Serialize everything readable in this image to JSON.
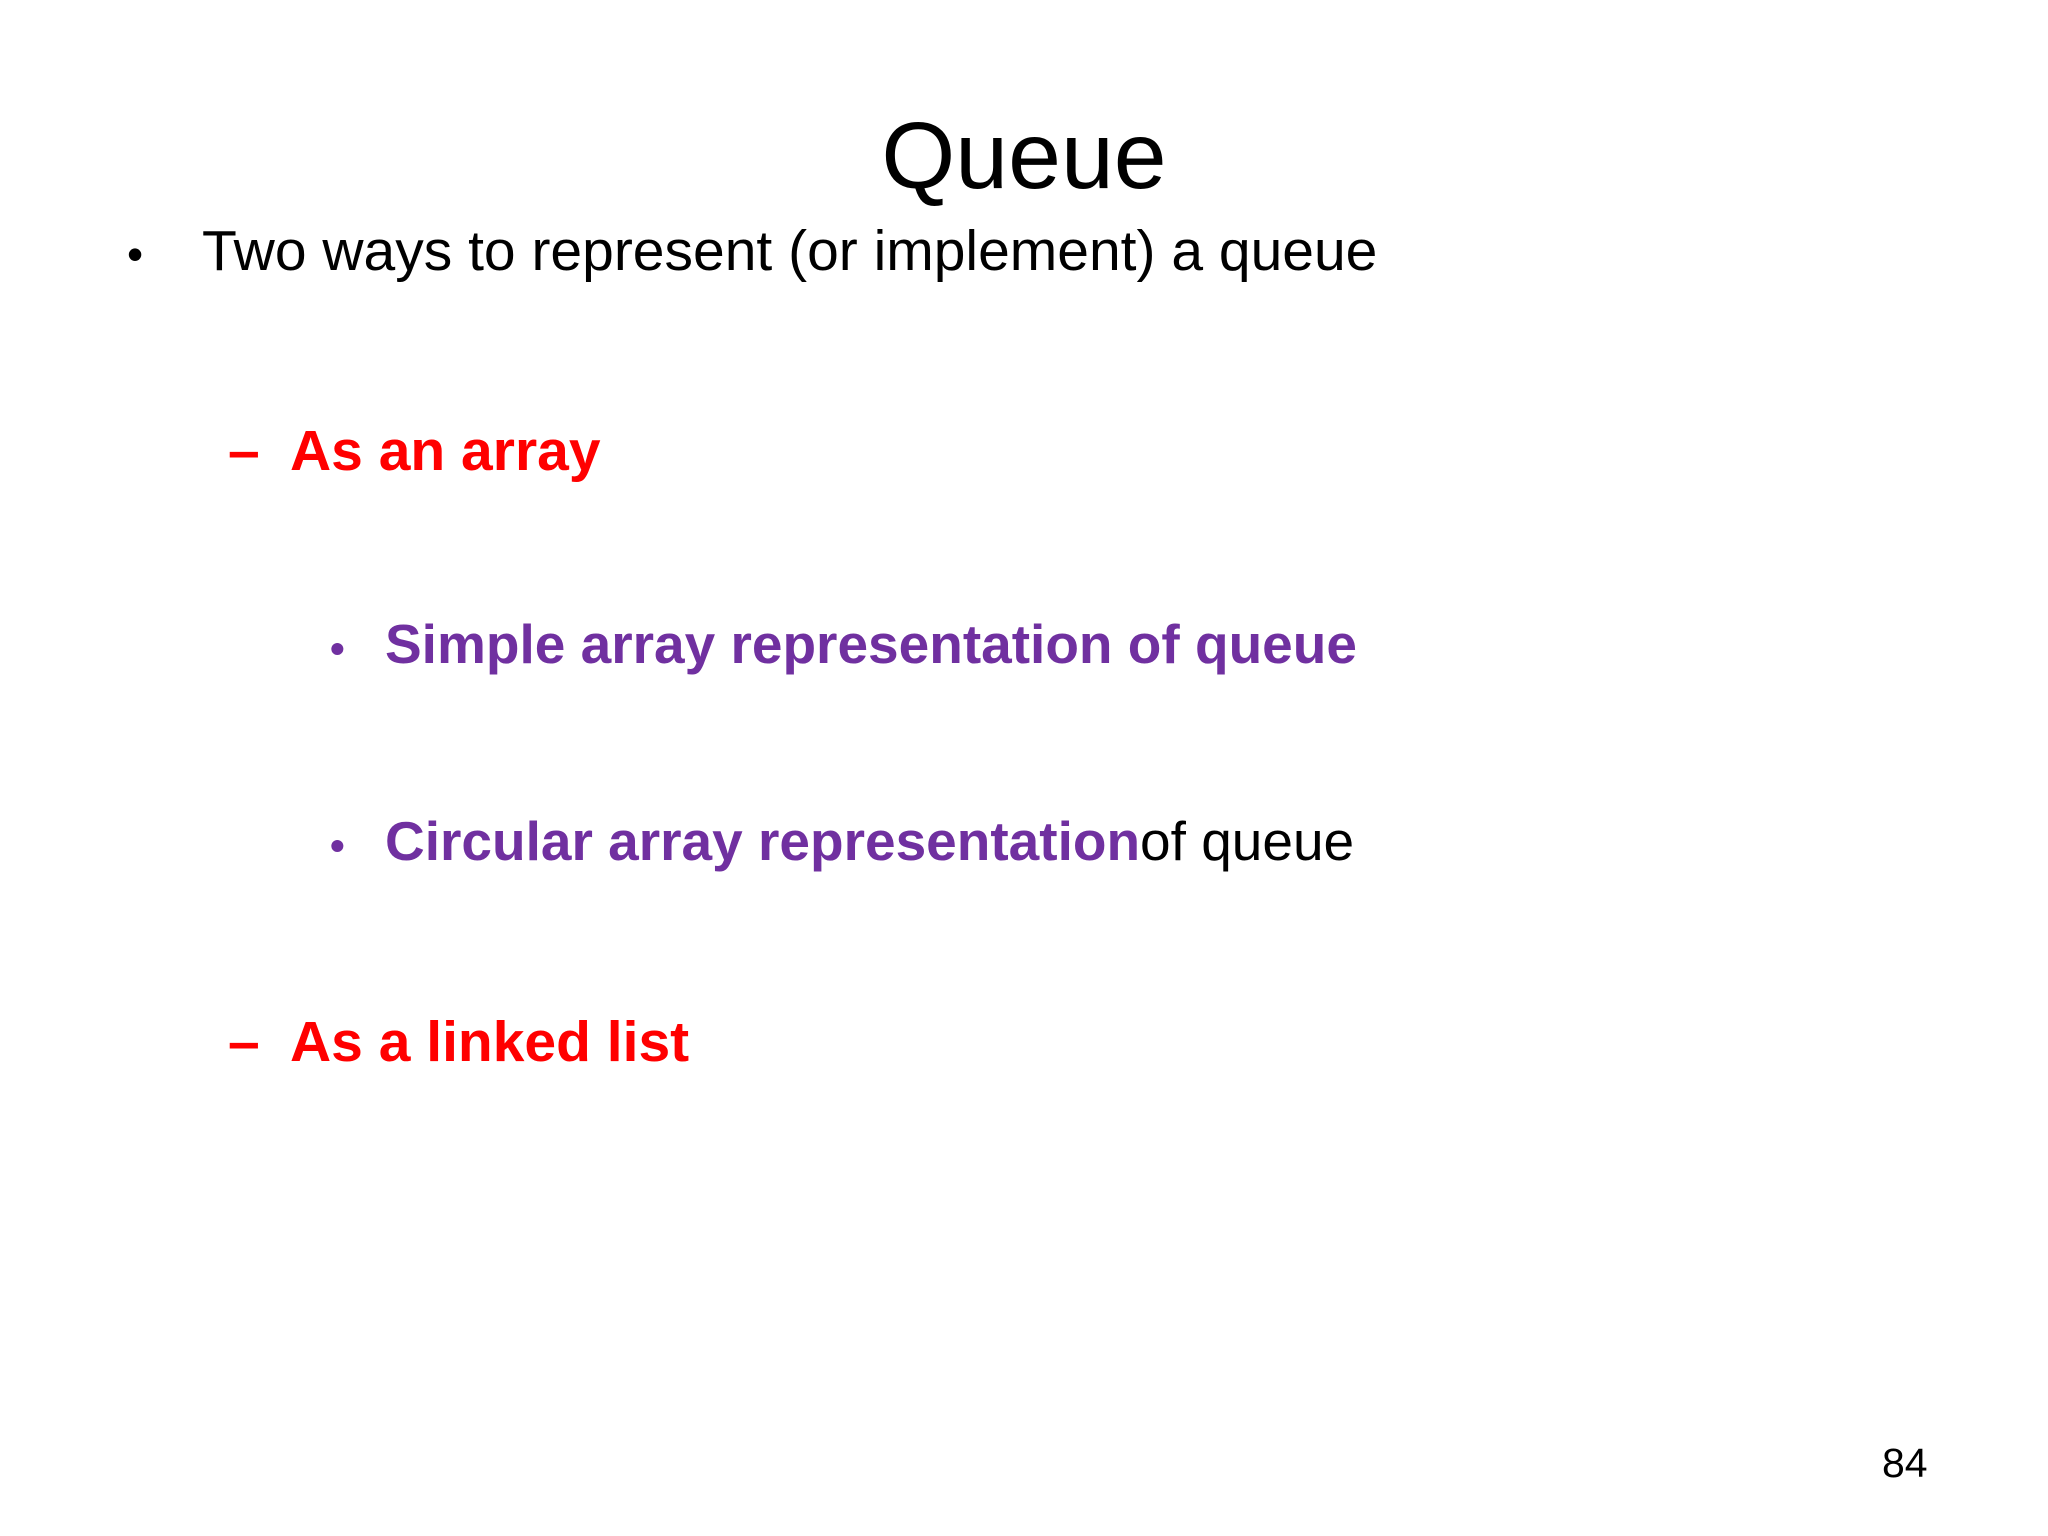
{
  "slide": {
    "title": "Queue",
    "page_number": "84"
  },
  "colors": {
    "accent_red": "#ff0000",
    "accent_purple": "#7030a0",
    "text": "#000000",
    "background": "#ffffff"
  },
  "markers": {
    "level1": "•",
    "level2": "–",
    "level3": "•"
  },
  "content": {
    "items": [
      {
        "level": 1,
        "text": "Two ways to represent (or implement) a queue",
        "color": "black",
        "bold": false
      },
      {
        "level": 2,
        "text": "As an array",
        "color": "red",
        "bold": true
      },
      {
        "level": 3,
        "text": "Simple array representation of queue",
        "color": "purple",
        "bold": true
      },
      {
        "level": 3,
        "segments": [
          {
            "text": "Circular array representation",
            "color": "purple",
            "bold": true
          },
          {
            "text": " of queue",
            "color": "black",
            "bold": false
          }
        ]
      },
      {
        "level": 2,
        "text": "As a linked list",
        "color": "red",
        "bold": true
      }
    ]
  }
}
